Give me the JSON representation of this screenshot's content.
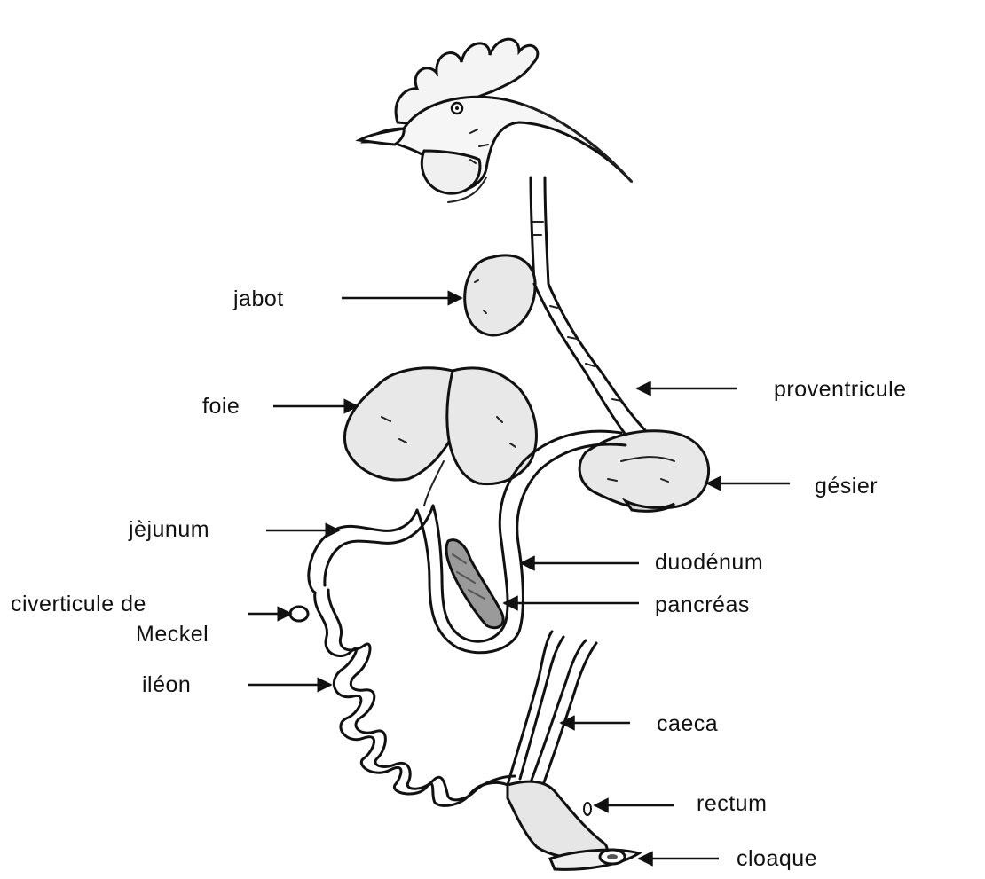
{
  "labels": {
    "jabot": "jabot",
    "foie": "foie",
    "proventricule": "proventricule",
    "gesier": "gésier",
    "jejunum": "jèjunum",
    "duodenum": "duodénum",
    "pancreas": "pancréas",
    "diverticule_line1": "civerticule de",
    "diverticule_line2": "Meckel",
    "ileon": "iléon",
    "caeca": "caeca",
    "rectum": "rectum",
    "cloaque": "cloaque"
  }
}
